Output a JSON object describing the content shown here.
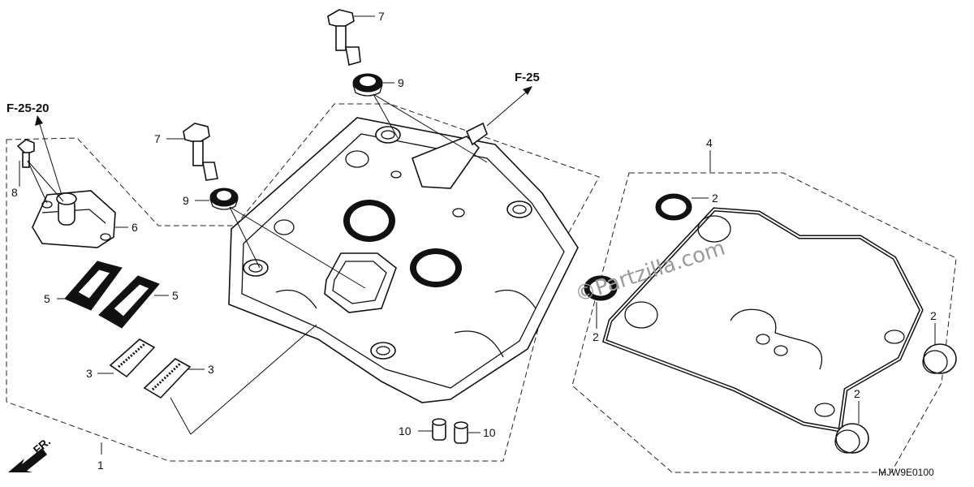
{
  "diagram": {
    "callouts": {
      "n1": "1",
      "n2": "2",
      "n3": "3",
      "n4": "4",
      "n5": "5",
      "n6": "6",
      "n7": "7",
      "n8": "8",
      "n9": "9",
      "n10": "10"
    },
    "refs": {
      "f25": "F-25",
      "f2520": "F-25-20"
    },
    "front_label": "FR.",
    "drawing_code": "MJW9E0100",
    "watermark": "©Partzilla.com"
  }
}
